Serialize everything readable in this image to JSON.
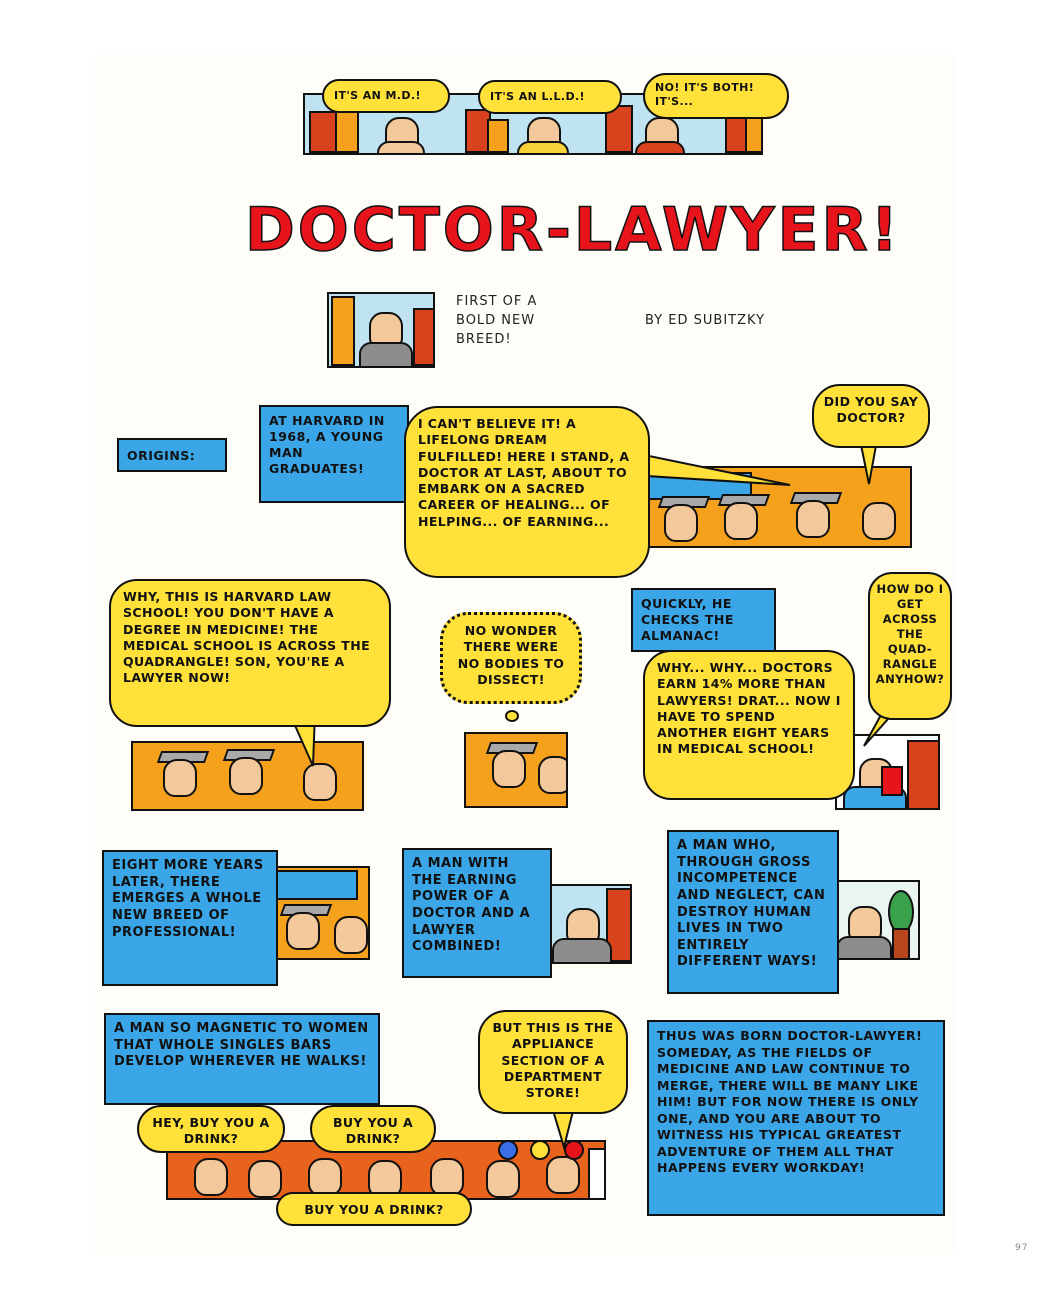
{
  "top_strip": {
    "bubble_1": "IT'S AN M.D.!",
    "bubble_2": "IT'S AN L.L.D.!",
    "bubble_3": "NO! IT'S BOTH! IT'S..."
  },
  "title": "DOCTOR-LAWYER!",
  "intro": {
    "tagline": "FIRST OF A BOLD NEW BREED!",
    "byline": "BY ED SUBITZKY"
  },
  "row1": {
    "label": "ORIGINS:",
    "caption": "AT HARVARD IN 1968, A YOUNG MAN GRADUATES!",
    "bubble_main": "I CAN'T BELIEVE IT! A LIFELONG DREAM FULFILLED! HERE I STAND, A DOCTOR AT LAST, ABOUT TO EMBARK ON A SACRED CAREER OF HEALING... OF HELPING... OF EARNING...",
    "bubble_question": "DID YOU SAY DOCTOR?"
  },
  "row2": {
    "bubble_law": "WHY, THIS IS HARVARD LAW SCHOOL! YOU DON'T HAVE A DEGREE IN MEDICINE! THE MEDICAL SCHOOL IS ACROSS THE QUADRANGLE! SON, YOU'RE A LAWYER NOW!",
    "thought": "NO WONDER THERE WERE NO BODIES TO DISSECT!",
    "caption_almanac": "QUICKLY, HE CHECKS THE ALMANAC!",
    "bubble_earn": "WHY... WHY... DOCTORS EARN 14% MORE THAN LAWYERS! DRAT... NOW I HAVE TO SPEND ANOTHER EIGHT YEARS IN MEDICAL SCHOOL!",
    "bubble_how": "HOW DO I GET ACROSS THE QUAD-RANGLE ANYHOW?"
  },
  "row3": {
    "caption_1": "EIGHT MORE YEARS LATER, THERE EMERGES A WHOLE NEW BREED OF PROFESSIONAL!",
    "caption_2": "A MAN WITH THE EARNING POWER OF A DOCTOR AND A LAWYER COMBINED!",
    "caption_3": "A MAN WHO, THROUGH GROSS INCOMPETENCE AND NEGLECT, CAN DESTROY HUMAN LIVES IN TWO ENTIRELY DIFFERENT WAYS!"
  },
  "row4": {
    "caption_magnet": "A MAN SO MAGNETIC TO WOMEN THAT WHOLE SINGLES BARS DEVELOP WHEREVER HE WALKS!",
    "bubble_store": "BUT THIS IS THE APPLIANCE SECTION OF A DEPARTMENT STORE!",
    "bubble_drink1": "HEY, BUY YOU A DRINK?",
    "bubble_drink2": "BUY YOU A DRINK?",
    "bubble_drink3": "BUY YOU A DRINK?",
    "caption_born": "THUS WAS BORN DOCTOR-LAWYER! SOMEDAY, AS THE FIELDS OF MEDICINE AND LAW CONTINUE TO MERGE, THERE WILL BE MANY LIKE HIM! BUT FOR NOW THERE IS ONLY ONE, AND YOU ARE ABOUT TO WITNESS HIS TYPICAL GREATEST ADVENTURE OF THEM ALL THAT HAPPENS EVERY WORKDAY!"
  },
  "page_number": "97",
  "colors": {
    "caption_blue": "#3aa6e8",
    "bubble_yellow": "#ffe13a",
    "title_red": "#e8141c",
    "panel_orange": "#f6a11b"
  }
}
